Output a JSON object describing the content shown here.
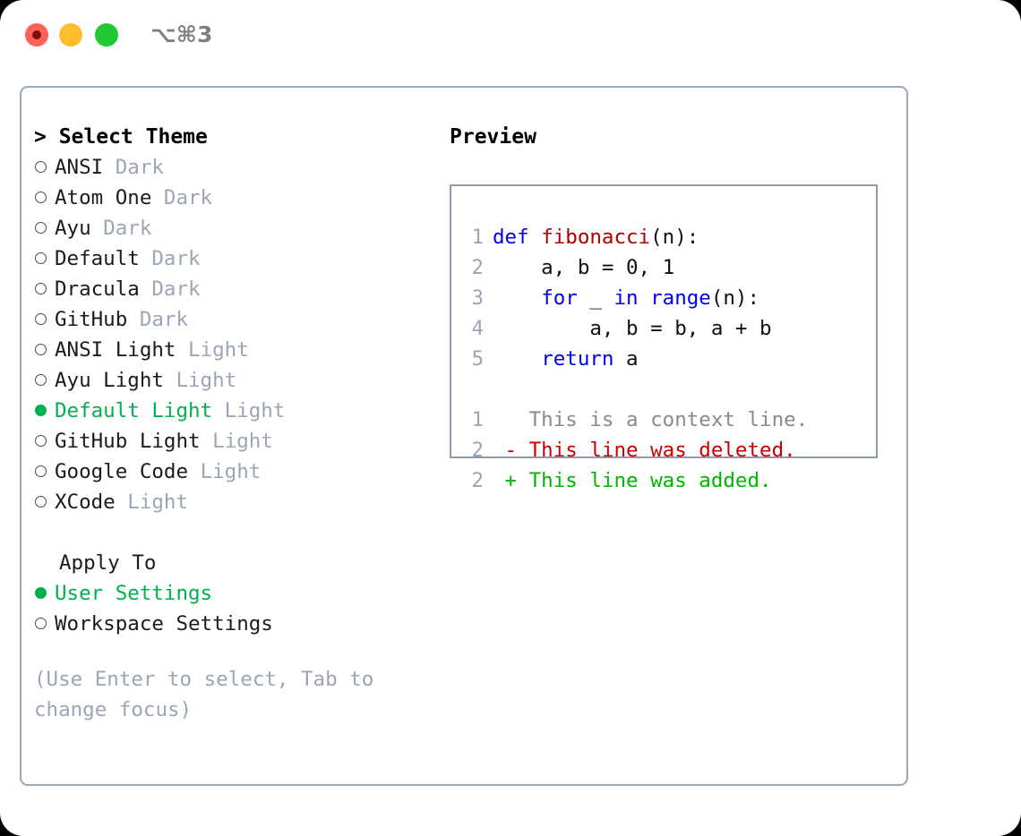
{
  "titlebar": {
    "shortcut": "⌥⌘3",
    "buttons": {
      "close": "close-button",
      "minimize": "minimize-button",
      "maximize": "maximize-button"
    }
  },
  "accent_colors": {
    "selected_green": "#00b050",
    "muted_gray": "#9aa5b5",
    "keyword_blue": "#0000ee",
    "function_red": "#aa0000",
    "diff_deleted": "#cc0000",
    "diff_added": "#00b400",
    "panel_border": "#9aa7b8"
  },
  "theme_list": {
    "header": "> Select Theme",
    "items": [
      {
        "bullet": "o",
        "name": "ANSI",
        "kind": "Dark",
        "selected": false
      },
      {
        "bullet": "o",
        "name": "Atom One",
        "kind": "Dark",
        "selected": false
      },
      {
        "bullet": "o",
        "name": "Ayu",
        "kind": "Dark",
        "selected": false
      },
      {
        "bullet": "o",
        "name": "Default",
        "kind": "Dark",
        "selected": false
      },
      {
        "bullet": "o",
        "name": "Dracula",
        "kind": "Dark",
        "selected": false
      },
      {
        "bullet": "o",
        "name": "GitHub",
        "kind": "Dark",
        "selected": false
      },
      {
        "bullet": "o",
        "name": "ANSI Light",
        "kind": "Light",
        "selected": false
      },
      {
        "bullet": "o",
        "name": "Ayu Light",
        "kind": "Light",
        "selected": false
      },
      {
        "bullet": "●",
        "name": "Default Light",
        "kind": "Light",
        "selected": true
      },
      {
        "bullet": "o",
        "name": "GitHub Light",
        "kind": "Light",
        "selected": false
      },
      {
        "bullet": "o",
        "name": "Google Code",
        "kind": "Light",
        "selected": false
      },
      {
        "bullet": "o",
        "name": "XCode",
        "kind": "Light",
        "selected": false
      }
    ]
  },
  "apply_to": {
    "label": "Apply To",
    "options": [
      {
        "bullet": "●",
        "name": "User Settings",
        "selected": true
      },
      {
        "bullet": "o",
        "name": "Workspace Settings",
        "selected": false
      }
    ]
  },
  "hint": "(Use Enter to select, Tab to change focus)",
  "preview": {
    "title": "Preview",
    "code_lines": [
      {
        "number": "1",
        "tokens": [
          {
            "t": "def ",
            "c": "kw"
          },
          {
            "t": "fibonacci",
            "c": "fn"
          },
          {
            "t": "(n):",
            "c": "plain"
          }
        ]
      },
      {
        "number": "2",
        "tokens": [
          {
            "t": "    a, b = 0, 1",
            "c": "plain"
          }
        ]
      },
      {
        "number": "3",
        "tokens": [
          {
            "t": "    ",
            "c": "plain"
          },
          {
            "t": "for",
            "c": "kw"
          },
          {
            "t": " _ ",
            "c": "plain"
          },
          {
            "t": "in",
            "c": "kw"
          },
          {
            "t": " ",
            "c": "plain"
          },
          {
            "t": "range",
            "c": "kw"
          },
          {
            "t": "(n):",
            "c": "plain"
          }
        ]
      },
      {
        "number": "4",
        "tokens": [
          {
            "t": "        a, b = b, a + b",
            "c": "plain"
          }
        ]
      },
      {
        "number": "5",
        "tokens": [
          {
            "t": "    ",
            "c": "plain"
          },
          {
            "t": "return",
            "c": "kw"
          },
          {
            "t": " a",
            "c": "plain"
          }
        ]
      }
    ],
    "diff_lines": [
      {
        "number": "1",
        "marker": "  ",
        "text": "This is a context line.",
        "c": "ctx"
      },
      {
        "number": "2",
        "marker": "- ",
        "text": "This line was deleted.",
        "c": "del"
      },
      {
        "number": "2",
        "marker": "+ ",
        "text": "This line was added.",
        "c": "add"
      }
    ]
  }
}
